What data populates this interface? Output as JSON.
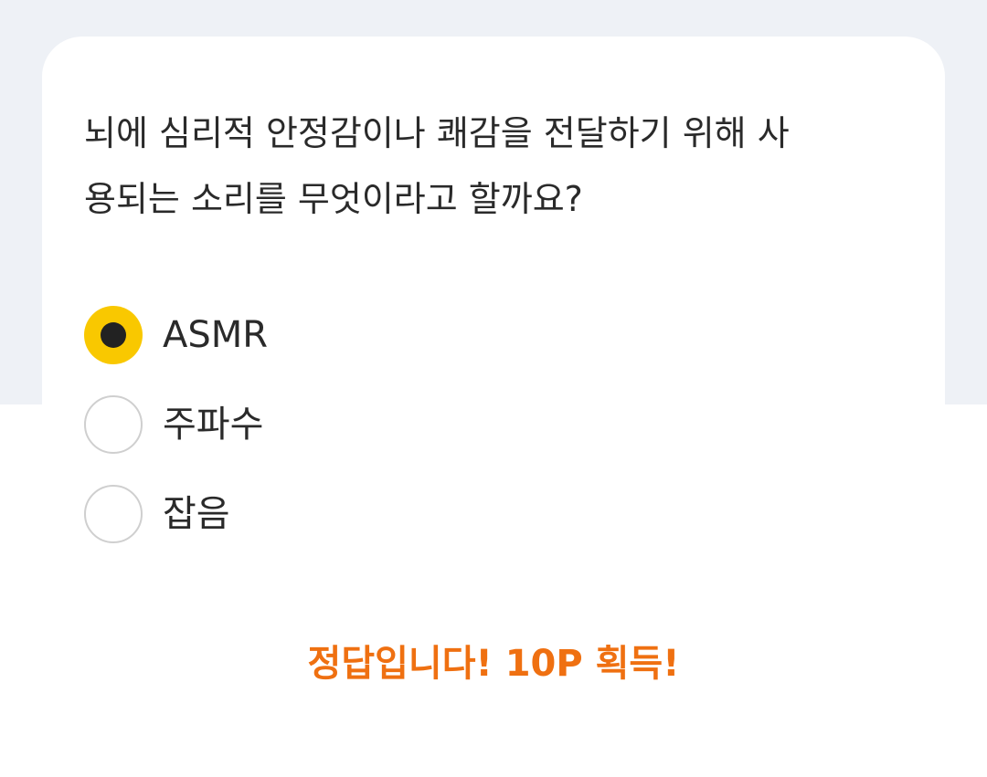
{
  "quiz": {
    "question_line1": "뇌에 심리적 안정감이나 쾌감을 전달하기 위해 사",
    "question_line2": "용되는 소리를 무엇이라고 할까요?",
    "options": [
      {
        "label": "ASMR",
        "selected": true
      },
      {
        "label": "주파수",
        "selected": false
      },
      {
        "label": "잡음",
        "selected": false
      }
    ],
    "result_message": "정답입니다! 10P 획득!"
  },
  "colors": {
    "background_top": "#eef1f6",
    "card": "#ffffff",
    "selected_radio": "#f9c800",
    "result_text": "#ef7011"
  }
}
